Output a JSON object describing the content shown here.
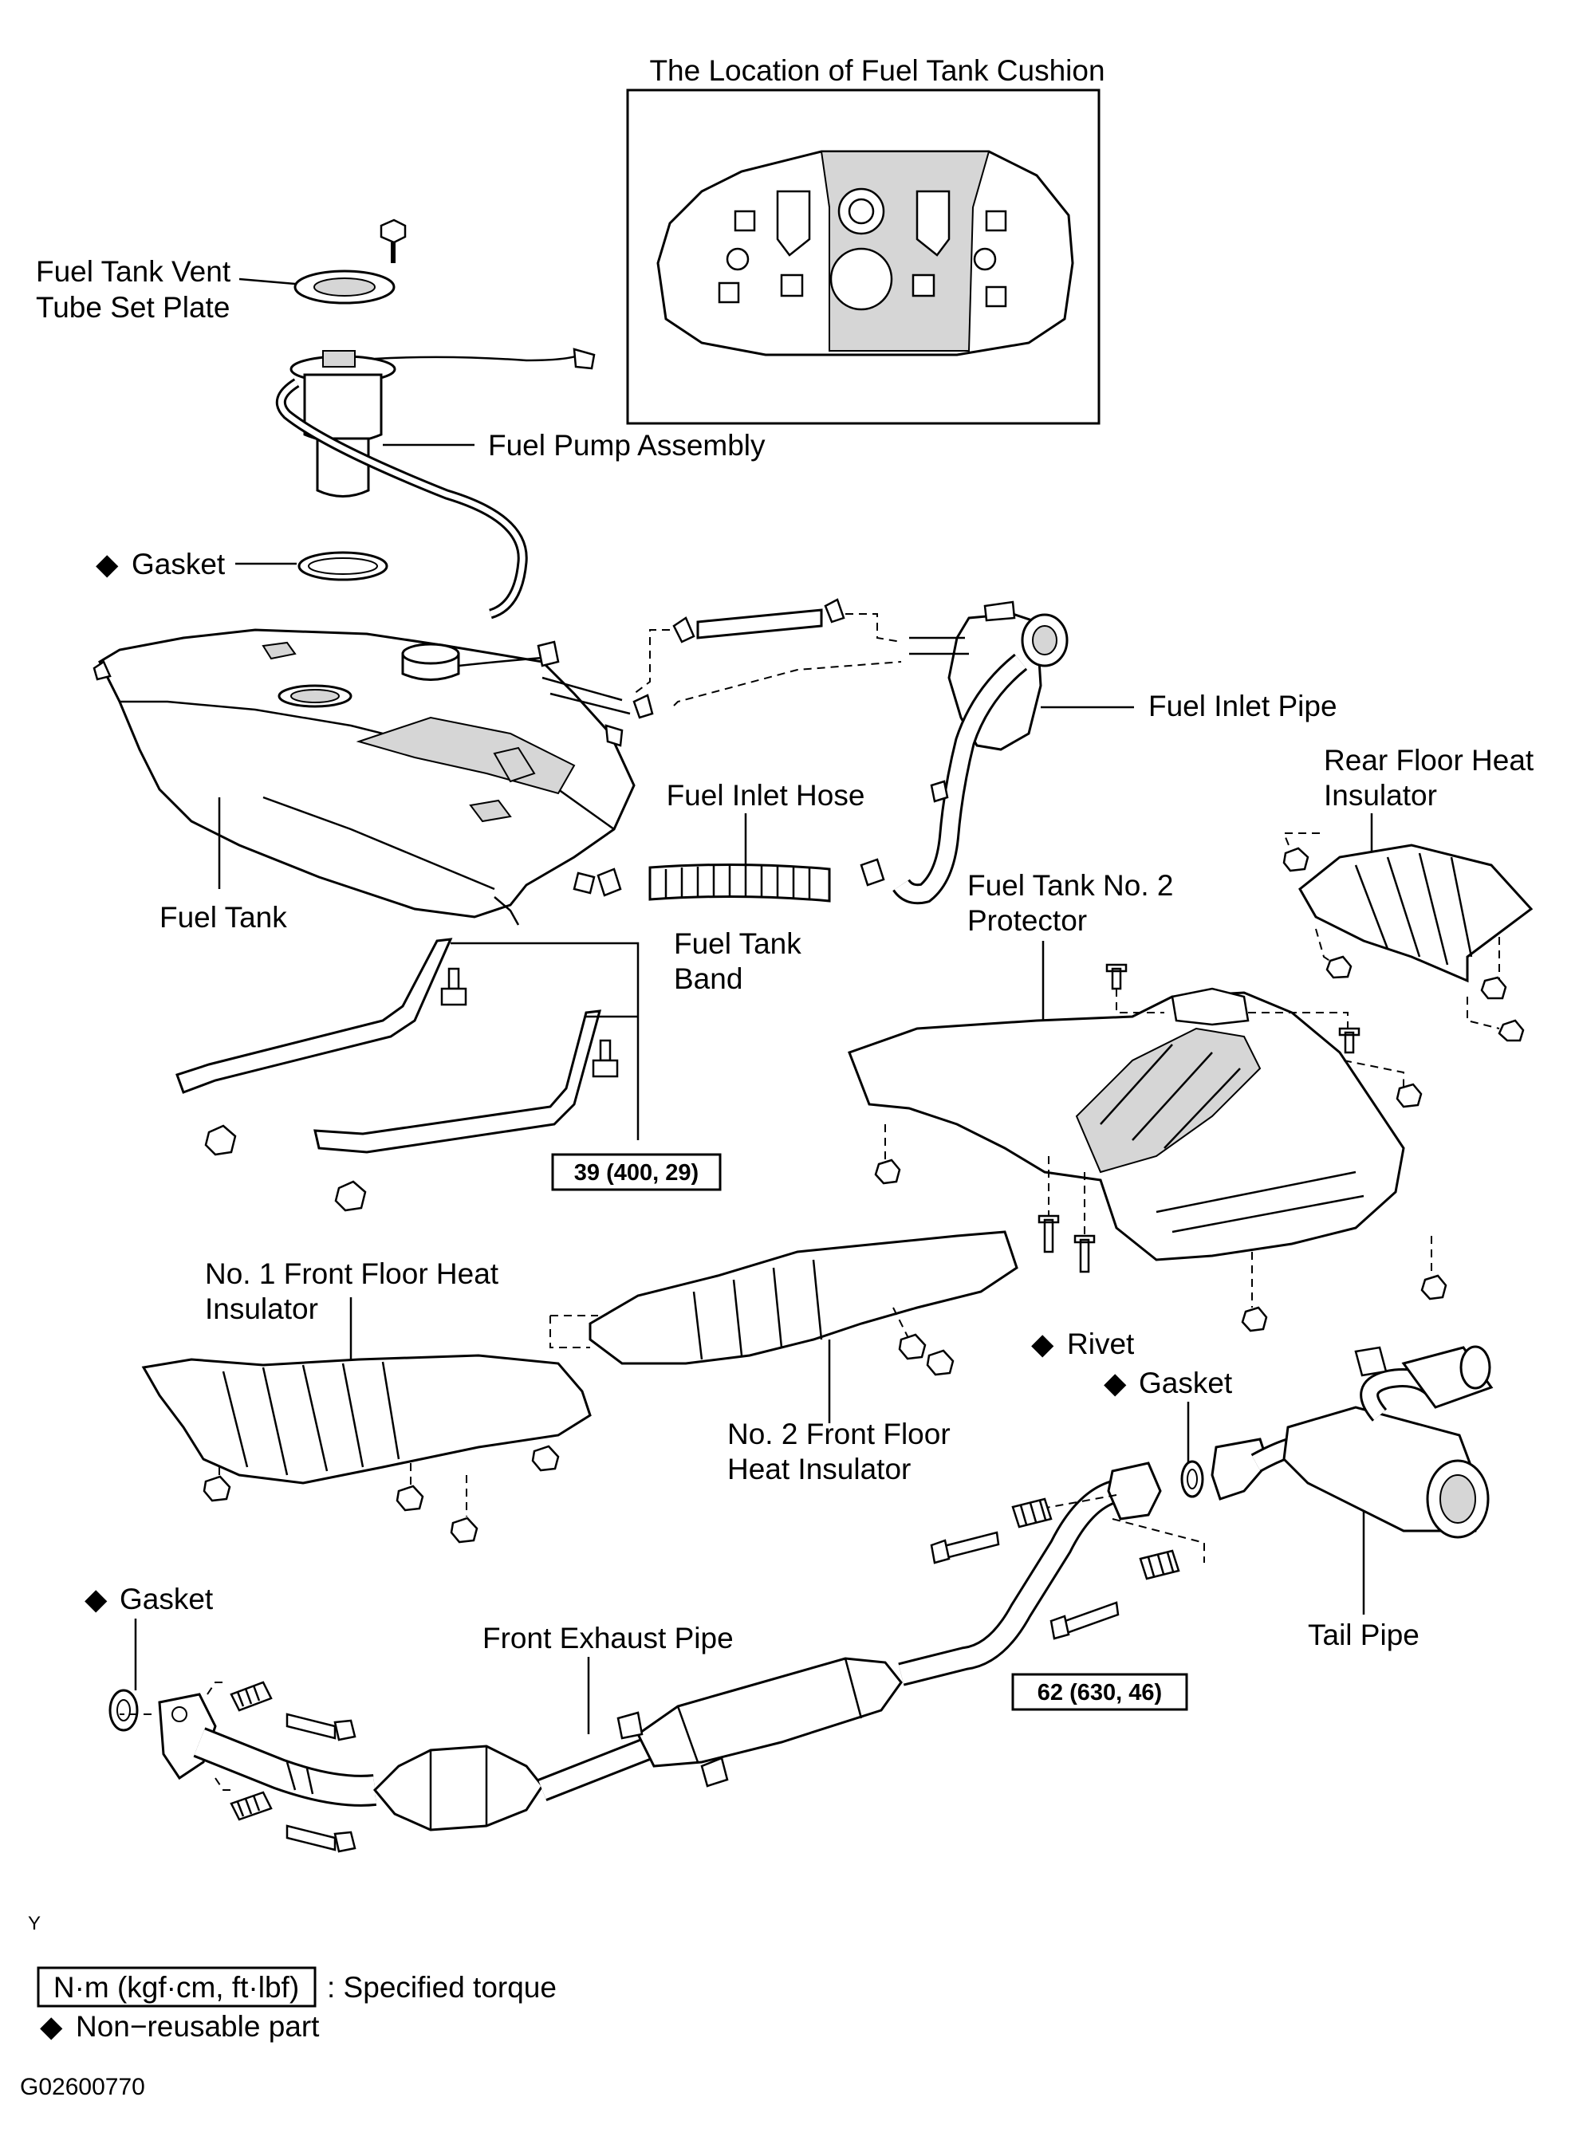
{
  "inset": {
    "title": "The Location of Fuel Tank Cushion"
  },
  "labels": {
    "vent_plate": [
      "Fuel Tank Vent",
      "Tube Set Plate"
    ],
    "fuel_pump": "Fuel Pump Assembly",
    "gasket_top": "Gasket",
    "fuel_inlet_pipe": "Fuel Inlet Pipe",
    "rear_floor_insulator": [
      "Rear Floor Heat",
      "Insulator"
    ],
    "fuel_inlet_hose": "Fuel Inlet Hose",
    "fuel_tank": "Fuel Tank",
    "fuel_tank_band": [
      "Fuel Tank",
      "Band"
    ],
    "tank_protector": [
      "Fuel Tank No. 2",
      "Protector"
    ],
    "front_floor_1": [
      "No. 1 Front Floor Heat",
      "Insulator"
    ],
    "front_floor_2": [
      "No. 2 Front Floor",
      "Heat Insulator"
    ],
    "rivet": "Rivet",
    "gasket_mid": "Gasket",
    "gasket_left": "Gasket",
    "front_exhaust_pipe": "Front Exhaust Pipe",
    "tail_pipe": "Tail Pipe"
  },
  "torque_specs": {
    "band": "39 (400, 29)",
    "exhaust": "62 (630, 46)"
  },
  "legend": {
    "torque_key": "N·m (kgf·cm, ft·lbf)",
    "torque_text": ": Specified torque",
    "nonreusable_text": "Non−reusable part",
    "diamond_symbol": "◆"
  },
  "footer": {
    "section_mark": "Y",
    "figure_id": "G02600770"
  }
}
